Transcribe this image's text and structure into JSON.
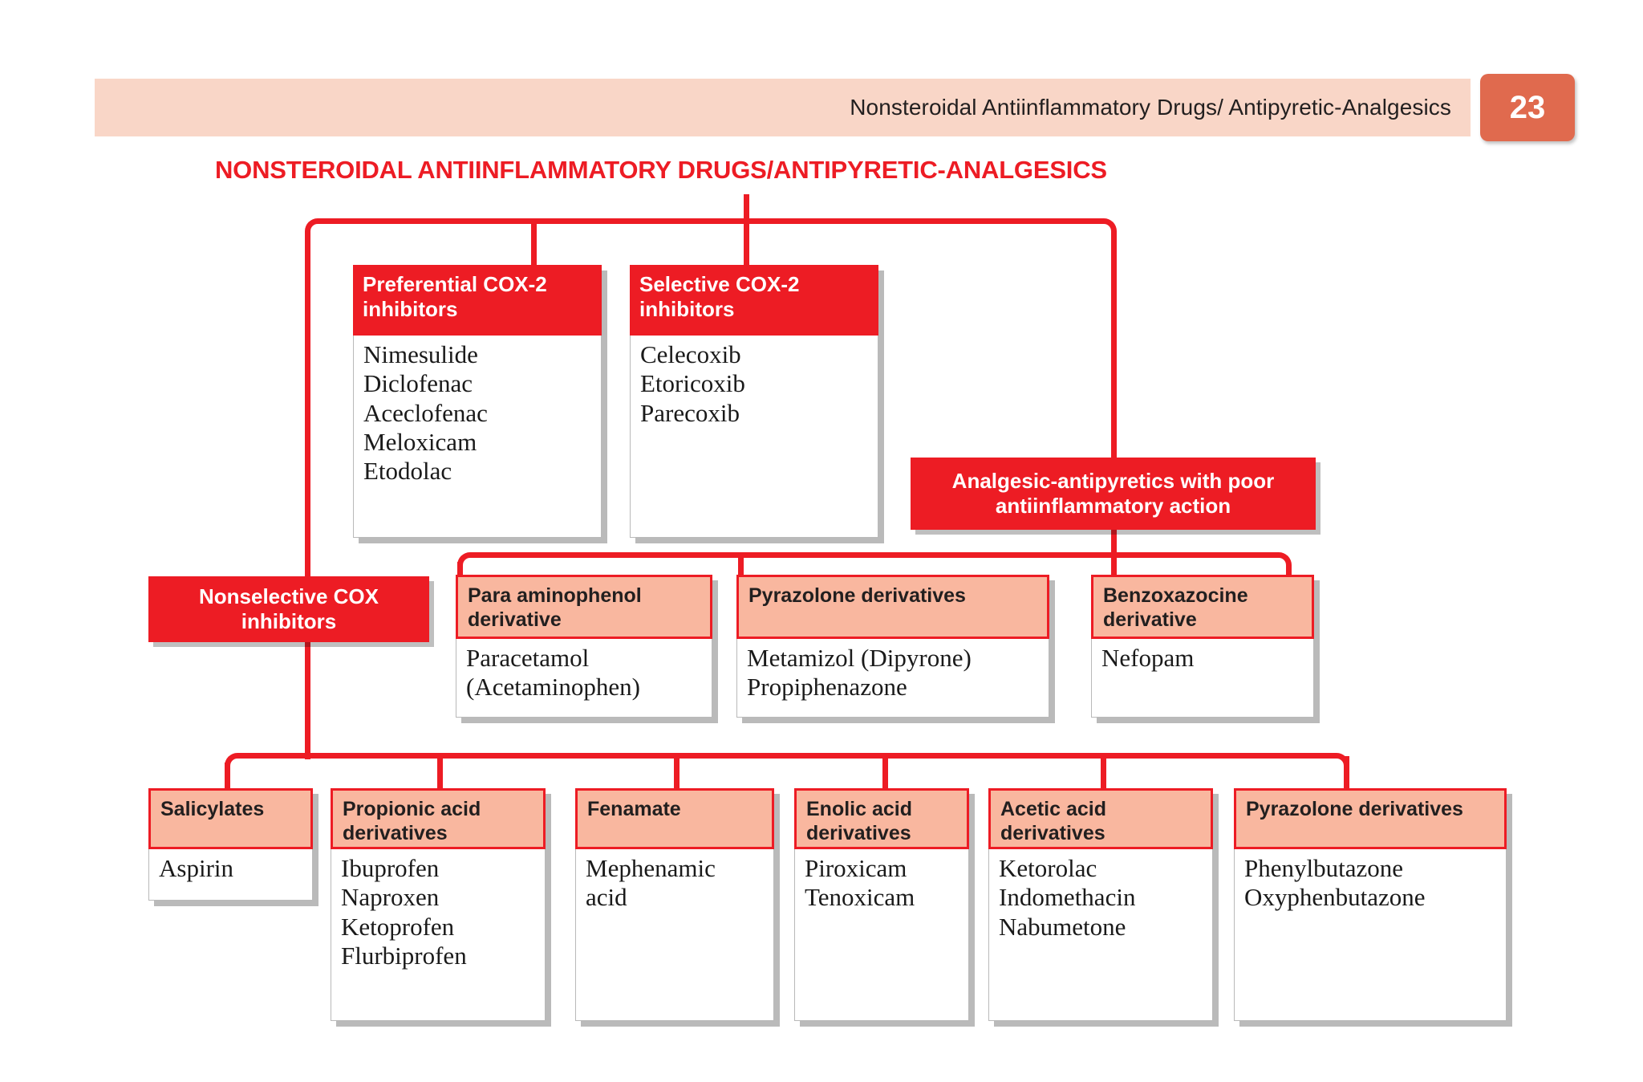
{
  "page": {
    "header_title": "Nonsteroidal Antiinflammatory Drugs/ Antipyretic-Analgesics",
    "page_number": "23",
    "diagram_title": "NONSTEROIDAL ANTIINFLAMMATORY DRUGS/ANTIPYRETIC-ANALGESICS"
  },
  "colors": {
    "red": "#ed1c24",
    "peach_header": "#f9b79f",
    "band": "#f9d6c7",
    "page_tab": "#e06a4e",
    "text_dark": "#221f1f"
  },
  "nodes": {
    "preferential_cox2": {
      "title": "Preferential COX-2 inhibitors",
      "drugs": [
        "Nimesulide",
        "Diclofenac",
        "Aceclofenac",
        "Meloxicam",
        "Etodolac"
      ]
    },
    "selective_cox2": {
      "title": "Selective COX-2 inhibitors",
      "drugs": [
        "Celecoxib",
        "Etoricoxib",
        "Parecoxib"
      ]
    },
    "analgesic_antipyretics": {
      "title": "Analgesic-antipyretics with poor antiinflammatory action"
    },
    "nonselective_cox": {
      "title": "Nonselective COX inhibitors"
    },
    "para_aminophenol": {
      "title": "Para aminophenol derivative",
      "drugs": [
        "Paracetamol",
        "(Acetaminophen)"
      ]
    },
    "pyrazolone_derivatives_mid": {
      "title": "Pyrazolone derivatives",
      "drugs": [
        "Metamizol (Dipyrone)",
        "Propiphenazone"
      ]
    },
    "benzoxazocine": {
      "title": "Benzoxazocine derivative",
      "drugs": [
        "Nefopam"
      ]
    },
    "salicylates": {
      "title": "Salicylates",
      "drugs": [
        "Aspirin"
      ]
    },
    "propionic_acid": {
      "title": "Propionic acid derivatives",
      "drugs": [
        "Ibuprofen",
        "Naproxen",
        "Ketoprofen",
        "Flurbiprofen"
      ]
    },
    "fenamate": {
      "title": "Fenamate",
      "drugs": [
        "Mephenamic",
        "acid"
      ]
    },
    "enolic_acid": {
      "title": "Enolic acid derivatives",
      "drugs": [
        "Piroxicam",
        "Tenoxicam"
      ]
    },
    "acetic_acid": {
      "title": "Acetic acid derivatives",
      "drugs": [
        "Ketorolac",
        "Indomethacin",
        "Nabumetone"
      ]
    },
    "pyrazolone_derivatives_bottom": {
      "title": "Pyrazolone derivatives",
      "drugs": [
        "Phenylbutazone",
        "Oxyphenbutazone"
      ]
    }
  }
}
